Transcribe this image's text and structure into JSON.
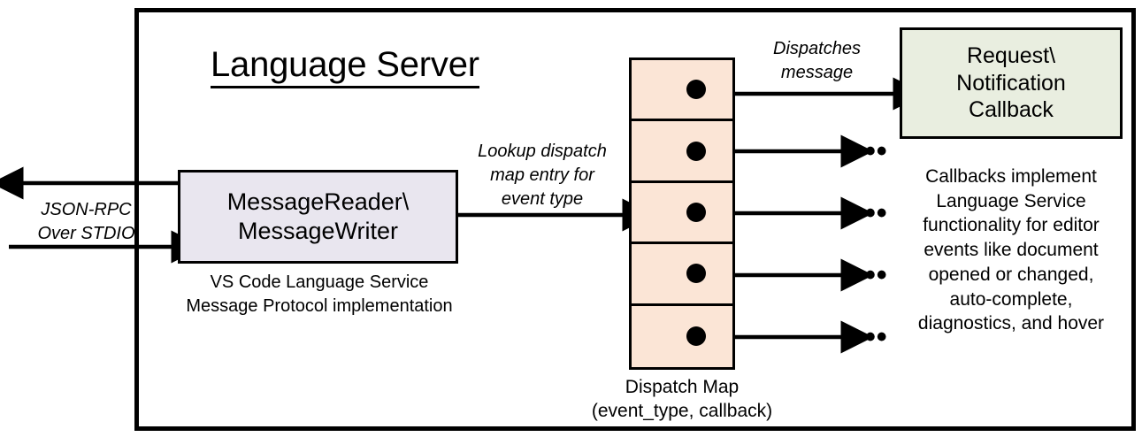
{
  "diagram": {
    "title": "Language Server",
    "outer_border_color": "#000000",
    "background": "#ffffff"
  },
  "external_io": {
    "label": "JSON-RPC\nOver STDIO",
    "outbound_arrow": "arrow-left-out",
    "inbound_arrow": "arrow-right-in"
  },
  "reader_box": {
    "label": "MessageReader\\\nMessageWriter",
    "caption": "VS Code Language Service\nMessage Protocol implementation",
    "fill": "#e9e6ef",
    "stroke": "#000000"
  },
  "lookup_edge": {
    "label": "Lookup dispatch\nmap entry for\nevent type"
  },
  "dispatch_map": {
    "caption": "Dispatch Map\n(event_type, callback)",
    "fill": "#fbe5d6",
    "stroke": "#000000",
    "rows": [
      {
        "index": 1,
        "marker": "callback-dot",
        "target": "request-notification-callback",
        "edge_label": "Dispatches\nmessage"
      },
      {
        "index": 2,
        "marker": "callback-dot",
        "target": "ellipsis",
        "edge_label": ""
      },
      {
        "index": 3,
        "marker": "callback-dot",
        "target": "ellipsis",
        "edge_label": ""
      },
      {
        "index": 4,
        "marker": "callback-dot",
        "target": "ellipsis",
        "edge_label": ""
      },
      {
        "index": 5,
        "marker": "callback-dot",
        "target": "ellipsis",
        "edge_label": ""
      }
    ],
    "ellipsis_glyph": "• • •"
  },
  "callback_box": {
    "label": "Request\\\nNotification\nCallback",
    "caption": "Callbacks implement\nLanguage Service\nfunctionality for editor\nevents like document\nopened or changed,\nauto-complete,\ndiagnostics, and hover",
    "fill": "#e9eee0",
    "stroke": "#000000"
  }
}
